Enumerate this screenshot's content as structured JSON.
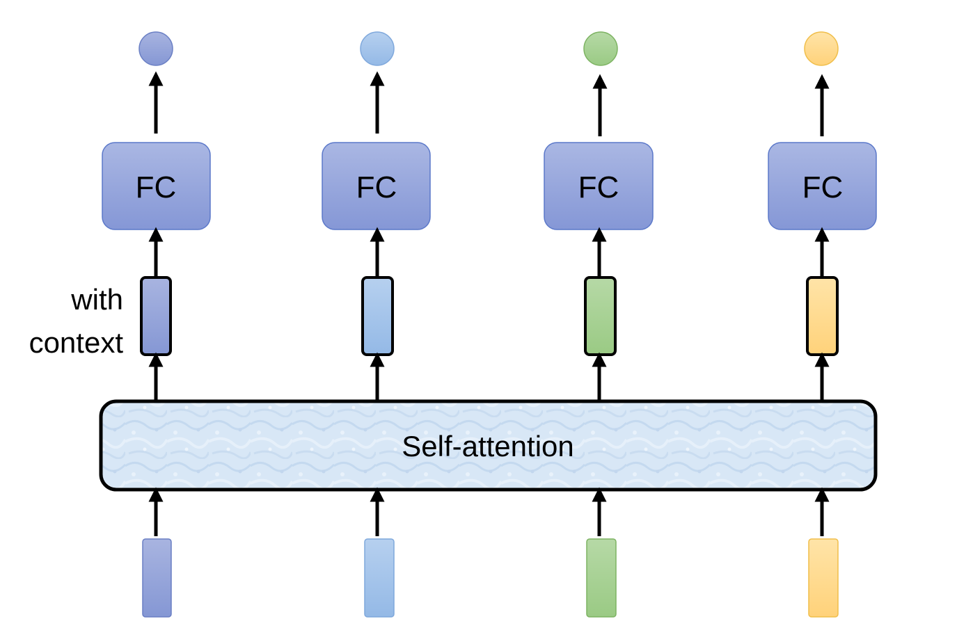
{
  "labels": {
    "fc": "FC",
    "self_attention": "Self-attention",
    "context_line1": "with",
    "context_line2": "context"
  },
  "columns": [
    {
      "name": "column-1",
      "colors": {
        "light": "#a8b4e0",
        "dark": "#8597d4",
        "stroke": "#6a7fc4"
      }
    },
    {
      "name": "column-2",
      "colors": {
        "light": "#b3cdef",
        "dark": "#94b9e6",
        "stroke": "#7fa8dc"
      }
    },
    {
      "name": "column-3",
      "colors": {
        "light": "#b4d8a4",
        "dark": "#9bca84",
        "stroke": "#7db362"
      }
    },
    {
      "name": "column-4",
      "colors": {
        "light": "#ffe2a4",
        "dark": "#ffd27a",
        "stroke": "#f0be4a"
      }
    }
  ],
  "style": {
    "fc_fill_top": "#a9b6e3",
    "fc_fill_bottom": "#8597d6",
    "fc_stroke": "#5b78c9",
    "sa_fill": "#d6e6f5",
    "arrow_color": "#000000"
  }
}
